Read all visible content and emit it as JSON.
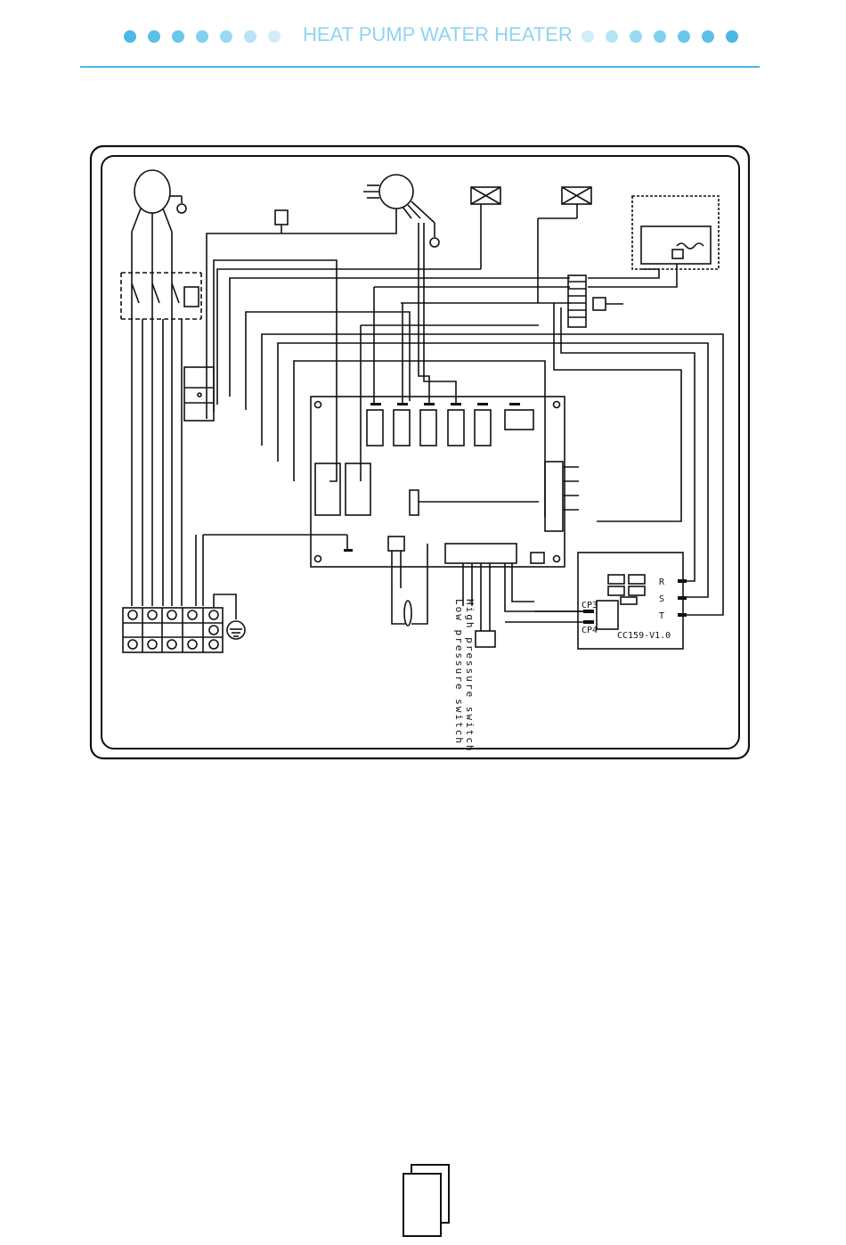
{
  "header": {
    "title": "HEAT PUMP WATER HEATER",
    "dots_left_colors": [
      "#4cb8e6",
      "#5bc0ea",
      "#6ac7ec",
      "#82d0f0",
      "#9ad9f2",
      "#b6e4f6",
      "#d2eef9"
    ],
    "dots_right_colors": [
      "#d2eef9",
      "#b6e4f6",
      "#9ad9f2",
      "#82d0f0",
      "#6ac7ec",
      "#5bc0ea",
      "#4cb8e6"
    ],
    "accent_color": "#4cb8e6"
  },
  "diagram": {
    "labels": {
      "high_pressure_switch": "High pressure switch",
      "low_pressure_switch": "Low pressure switch",
      "cp3": "CP3",
      "cp4": "CP4",
      "board_model": "CC159-V1.0",
      "terminal_r": "R",
      "terminal_s": "S",
      "terminal_t": "T"
    },
    "icons": [
      "fan-motor-icon",
      "compressor-icon",
      "ground-icon",
      "valve-icon",
      "contactor-icon",
      "terminal-block-icon",
      "transformer-icon"
    ]
  },
  "footer": {
    "icon": "page-stack-icon"
  }
}
